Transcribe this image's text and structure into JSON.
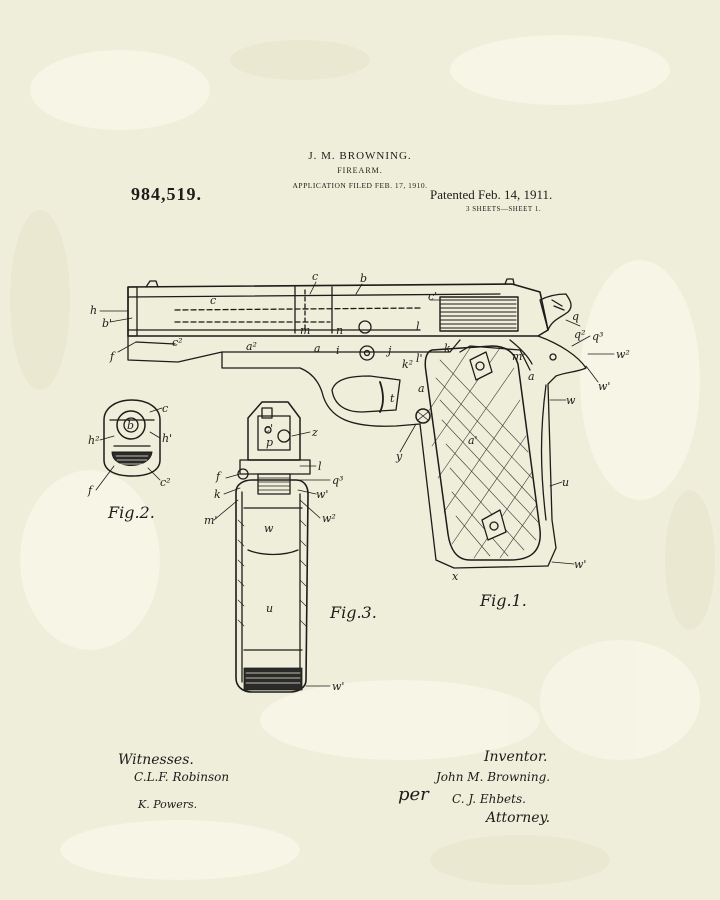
{
  "header": {
    "inventor_name": "J. M. BROWNING.",
    "title": "FIREARM.",
    "application": "APPLICATION FILED FEB. 17, 1910.",
    "patent_number": "984,519.",
    "patented": "Patented Feb. 14, 1911.",
    "sheets": "3 SHEETS—SHEET 1."
  },
  "figures": {
    "fig1": "Fig.1.",
    "fig2": "Fig.2.",
    "fig3": "Fig.3."
  },
  "fig1_labels": {
    "h": "h",
    "b_prime": "b'",
    "f": "f",
    "c_top": "c",
    "c_mid": "c",
    "b": "b",
    "c_prime": "c'",
    "c2": "c²",
    "a2": "a²",
    "a": "a",
    "m": "m",
    "n": "n",
    "i": "i",
    "j": "j",
    "l": "l",
    "k": "k",
    "k2": "k²",
    "l_prime": "l'",
    "t": "t",
    "y": "y",
    "q": "q",
    "q2": "q²",
    "q3": "q³",
    "w2": "w²",
    "w_prime": "w'",
    "w": "w",
    "a_right": "a",
    "a_grip": "a'",
    "u": "u",
    "w_bottom": "w'",
    "x": "x",
    "m_prime": "m'"
  },
  "fig2_labels": {
    "c": "c",
    "b": "b",
    "h2": "h²",
    "h_prime": "h'",
    "f": "f",
    "c2": "c²"
  },
  "fig3_labels": {
    "c_prime": "c'",
    "p": "p",
    "z": "z",
    "l": "l",
    "q3": "q³",
    "w_prime": "w'",
    "w2": "w²",
    "f": "f",
    "k": "k",
    "m_prime": "m'",
    "w": "w",
    "u": "u",
    "w_bottom": "w'"
  },
  "signatures": {
    "witnesses_label": "Witnesses.",
    "witness1": "C.L.F. Robinson",
    "witness2": "K. Powers.",
    "inventor_label": "Inventor.",
    "inventor_signature": "John M. Browning.",
    "per": "per",
    "attorney_signature": "C. J. Ehbets.",
    "attorney_label": "Attorney."
  },
  "colors": {
    "paper": "#efeeda",
    "ink": "#1c1c1a",
    "mottle": "#f6f5e6"
  }
}
